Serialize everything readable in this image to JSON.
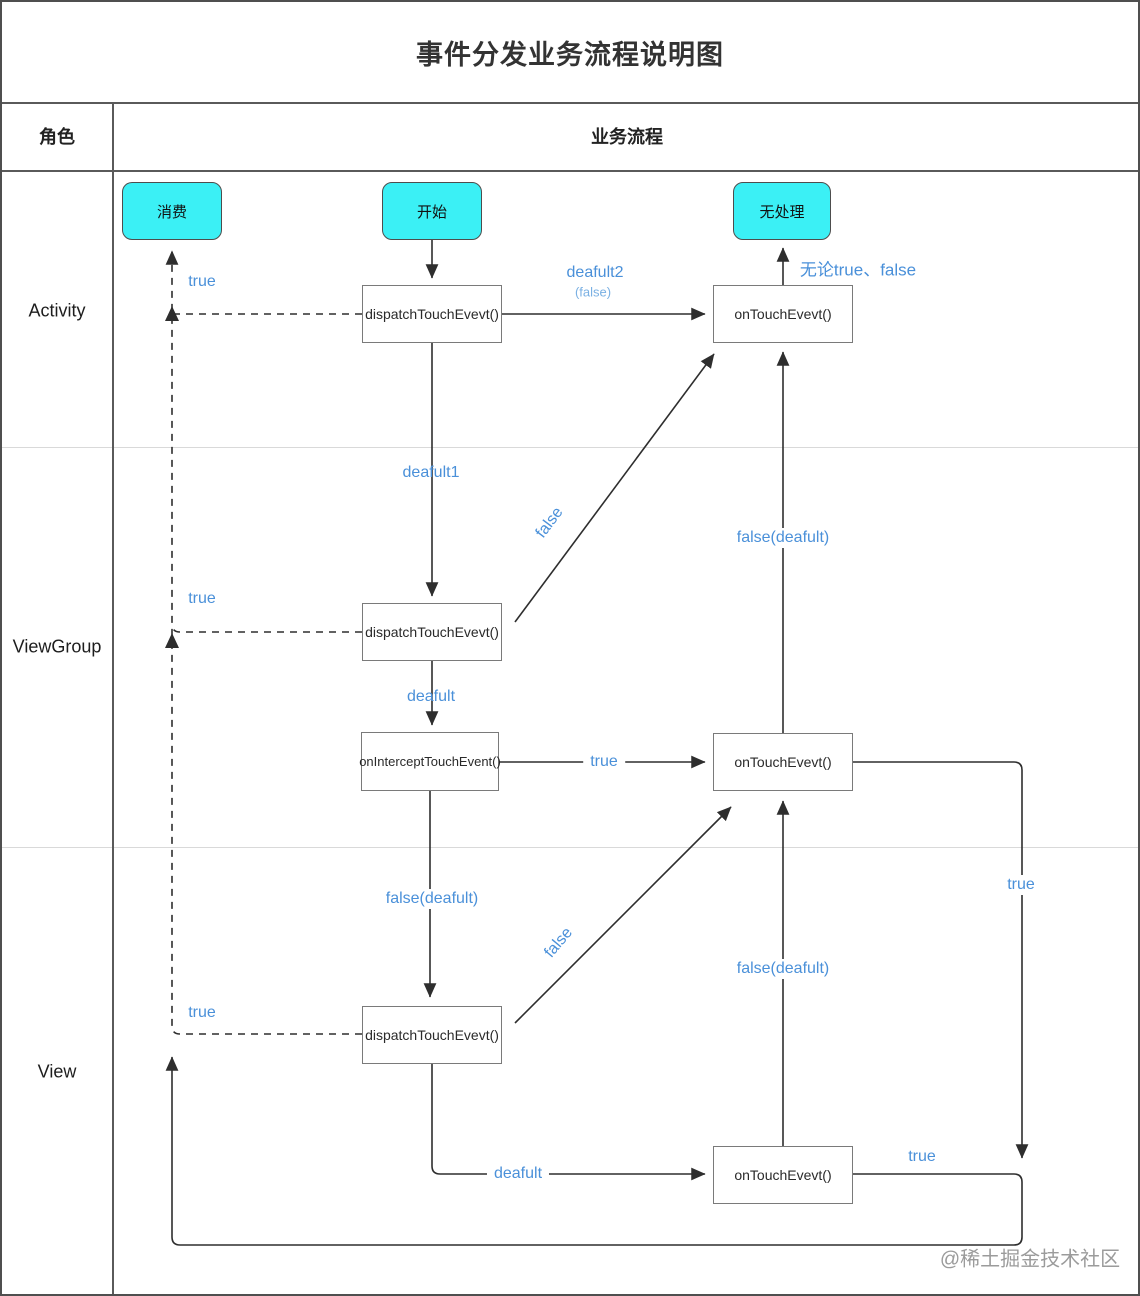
{
  "title": "事件分发业务流程说明图",
  "header": {
    "role_col": "角色",
    "flow_col": "业务流程"
  },
  "lanes": {
    "activity": "Activity",
    "viewgroup": "ViewGroup",
    "view": "View"
  },
  "terminals": {
    "consume": "消费",
    "start": "开始",
    "no_handle": "无处理"
  },
  "nodes": {
    "activity_dispatch": "dispatchTouchEvevt()",
    "activity_ontouch": "onTouchEvevt()",
    "viewgroup_dispatch": "dispatchTouchEvevt()",
    "viewgroup_intercept": "onInterceptTouchEvent()",
    "viewgroup_ontouch": "onTouchEvevt()",
    "view_dispatch": "dispatchTouchEvevt()",
    "view_ontouch": "onTouchEvevt()"
  },
  "edge_labels": {
    "true_activity": "true",
    "deafult2": "deafult2",
    "deafult2_sub": "(false)",
    "no_matter": "无论true、false",
    "deafult1": "deafult1",
    "false_diag_top": "false",
    "true_viewgroup": "true",
    "false_deafult_top": "false(deafult)",
    "deafult_mid": "deafult",
    "true_intercept": "true",
    "true_right": "true",
    "false_deafult_mid": "false(deafult)",
    "true_view": "true",
    "false_diag_bottom": "false",
    "false_deafult_bottom": "false(deafult)",
    "deafult_bottom": "deafult",
    "true_bottom": "true"
  },
  "watermark": "@稀土掘金技术社区",
  "colors": {
    "terminal_fill": "#3bf0f5",
    "label_blue": "#4a90d9",
    "label_blue_light": "#7ab0e3",
    "line_dark": "#2e2e2e"
  }
}
